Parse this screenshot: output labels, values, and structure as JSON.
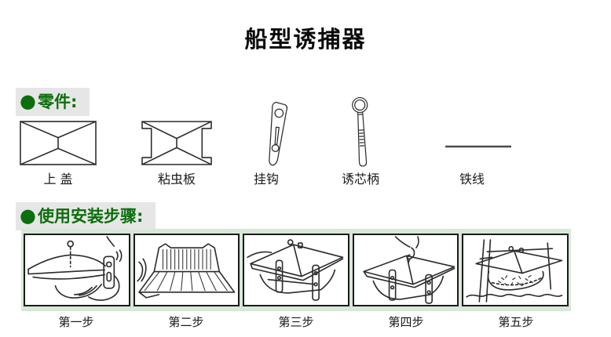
{
  "title": "船型诱捕器",
  "sections": {
    "parts": {
      "bullet": "●",
      "label": "零件:"
    },
    "steps": {
      "bullet": "●",
      "label": "使用安装步骤:"
    }
  },
  "parts": {
    "items": [
      {
        "label": "上 盖",
        "icon": "top-cover-diagram"
      },
      {
        "label": "粘虫板",
        "icon": "sticky-insect-board-diagram"
      },
      {
        "label": "挂钩",
        "icon": "hook-diagram"
      },
      {
        "label": "诱芯柄",
        "icon": "lure-core-handle-diagram"
      },
      {
        "label": "铁线",
        "icon": "iron-wire-diagram"
      }
    ]
  },
  "steps": {
    "items": [
      {
        "label": "第一步",
        "icon": "step-1-attach-clip-illustration"
      },
      {
        "label": "第二步",
        "icon": "step-2-open-sticky-board-illustration"
      },
      {
        "label": "第三步",
        "icon": "step-3-assemble-trap-illustration"
      },
      {
        "label": "第四步",
        "icon": "step-4-hang-trap-illustration"
      },
      {
        "label": "第五步",
        "icon": "step-5-field-install-illustration"
      }
    ]
  },
  "colors": {
    "accent_green": "#0c6e0c",
    "header_highlight": "#e6e6e6",
    "steps_panel_green": "#d8e8d8",
    "line_art": "#2b2b2b"
  }
}
